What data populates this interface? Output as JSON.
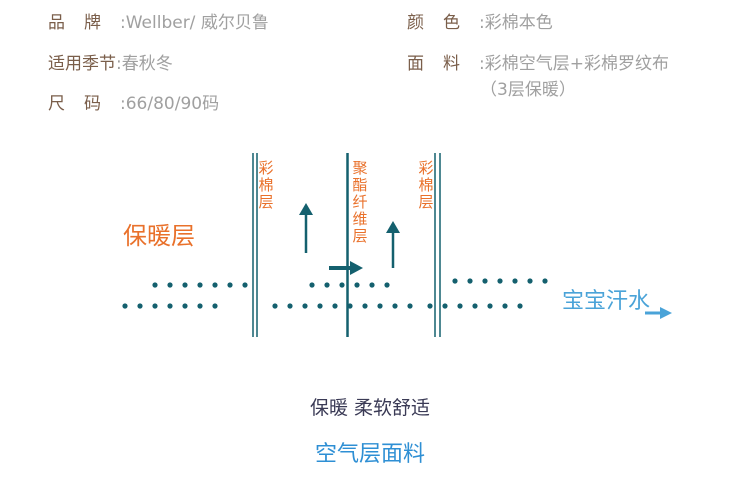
{
  "specs": {
    "brand_label": "品牌",
    "brand_value": ":Wellber/ 威尔贝鲁",
    "season_label": "适用季节",
    "season_value": ":春秋冬",
    "size_label": "尺码",
    "size_value": ":66/80/90码",
    "color_label": "颜色",
    "color_value": ":彩棉本色",
    "fabric_label": "面料",
    "fabric_value": ":彩棉空气层+彩棉罗纹布",
    "fabric_note": "（3层保暖）"
  },
  "diagram": {
    "layer_left": "彩棉层",
    "layer_middle": "聚酯纤维层",
    "layer_right": "彩棉层",
    "warm_label": "保暖层",
    "sweat_label": "宝宝汗水",
    "caption_feature": "保暖 柔软舒适",
    "caption_title": "空气层面料"
  },
  "colors": {
    "orange": "#e9712b",
    "teal": "#14606e",
    "blue": "#4aa3d8",
    "brown": "#7a5e4a"
  }
}
